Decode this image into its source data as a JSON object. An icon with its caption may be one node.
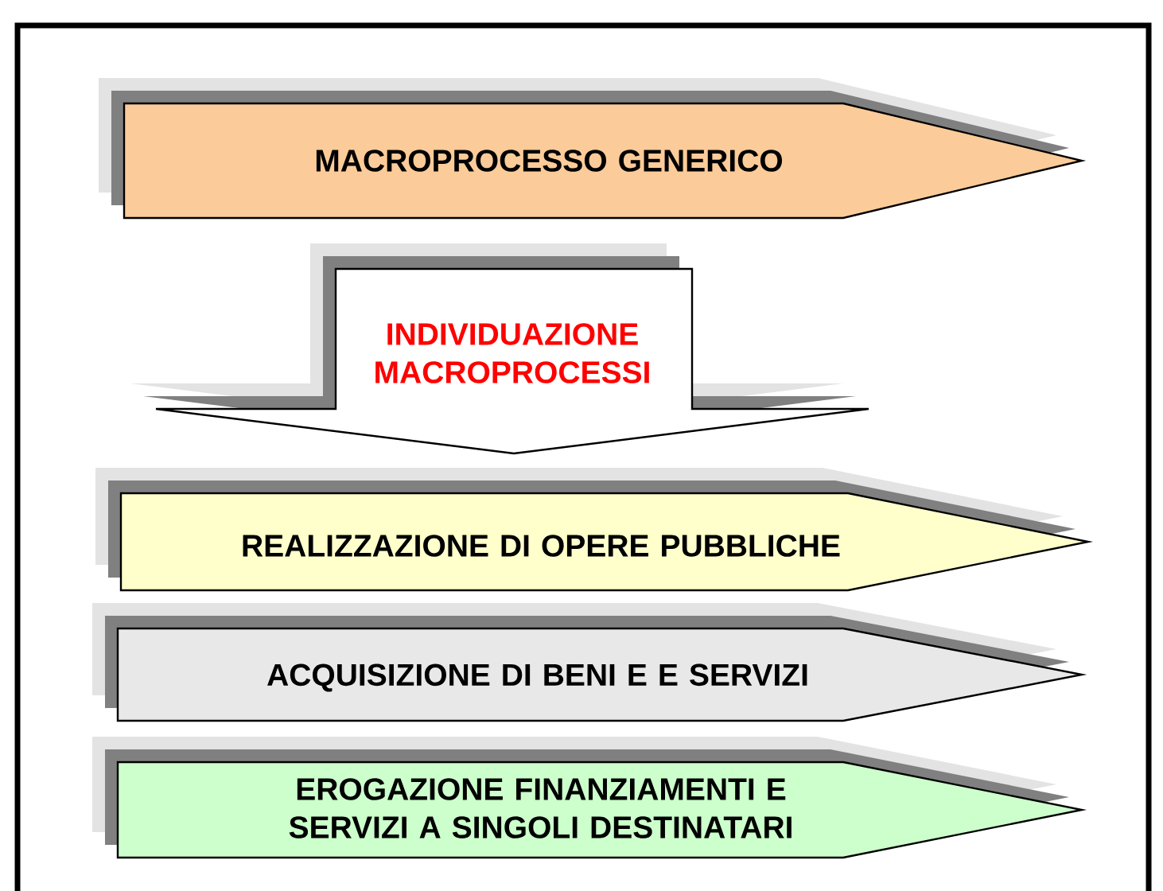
{
  "diagram": {
    "nodes": [
      {
        "text": [
          "MACROPROCESSO GENERICO"
        ]
      },
      {
        "text": [
          "INDIVIDUAZIONE MACROPROCESSI"
        ]
      },
      {
        "text": [
          "REALIZZAZIONE DI OPERE PUBBLICHE"
        ]
      },
      {
        "text": [
          "ACQUISIZIONE DI BENI E E SERVIZI"
        ]
      },
      {
        "text": [
          "EROGAZIONE FINANZIAMENTI E SERVIZI A SINGOLI DESTINATARI"
        ]
      }
    ]
  }
}
